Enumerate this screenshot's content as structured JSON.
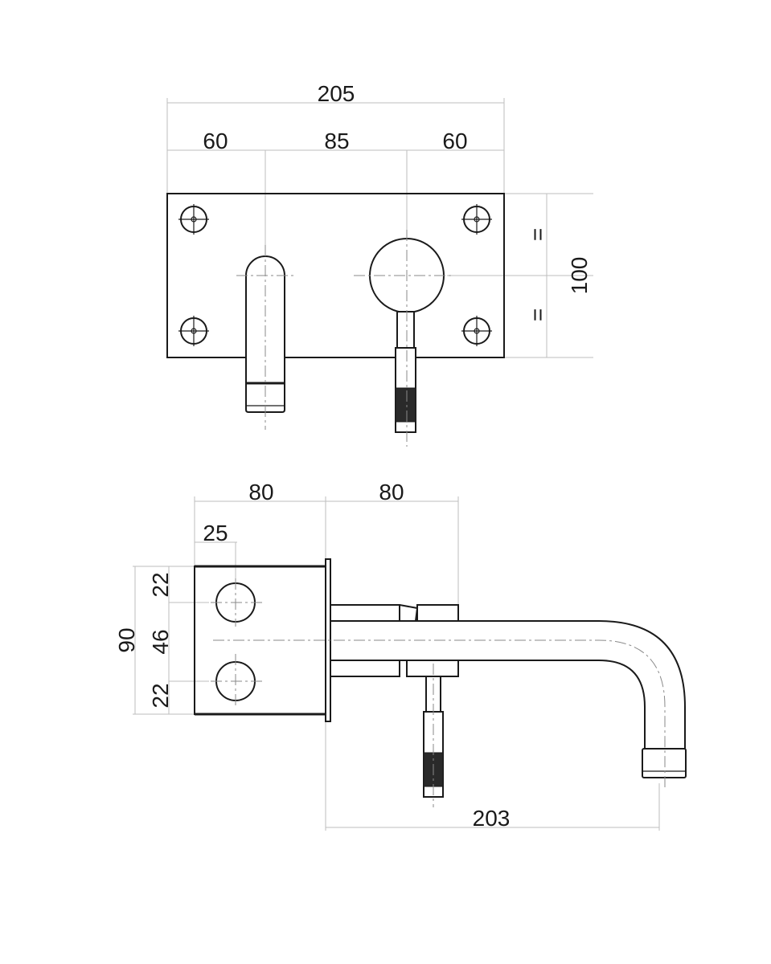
{
  "front_view": {
    "overall_width": "205",
    "left_offset": "60",
    "center_spacing": "85",
    "right_offset": "60",
    "height": "100",
    "equal_top": "=",
    "equal_bottom": "="
  },
  "side_view": {
    "body_depth": "80",
    "projection": "80",
    "hole_offset": "25",
    "overall_height": "90",
    "top_spacing": "22",
    "middle_spacing": "46",
    "bottom_spacing": "22",
    "spout_reach": "203"
  }
}
